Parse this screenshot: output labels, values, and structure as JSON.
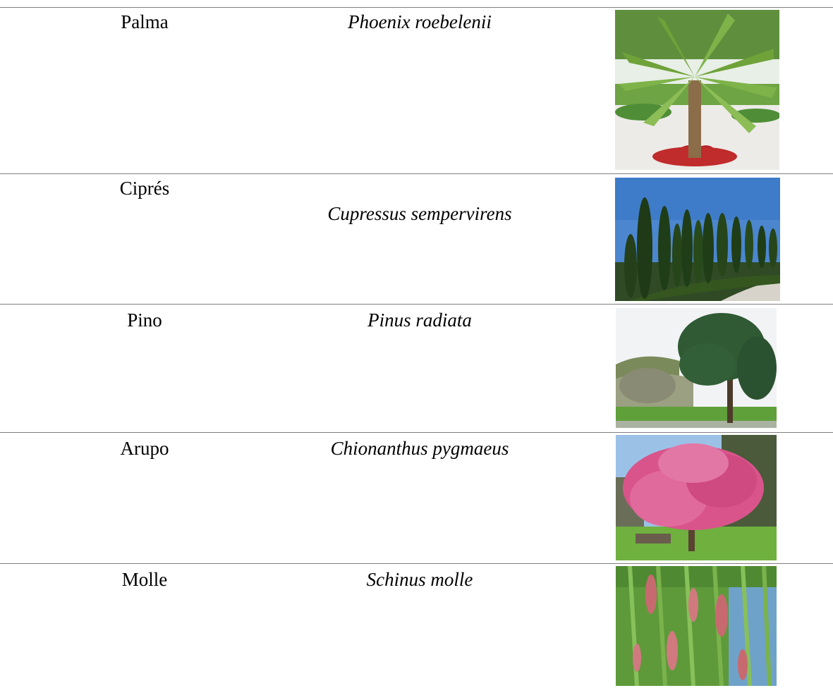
{
  "table": {
    "rows": [
      {
        "common_name": "Palma",
        "scientific_name": "Phoenix roebelenii",
        "photo_icon": "palm-tree-photo"
      },
      {
        "common_name": "Ciprés",
        "scientific_name": "Cupressus sempervirens",
        "photo_icon": "cypress-trees-photo"
      },
      {
        "common_name": "Pino",
        "scientific_name": "Pinus radiata",
        "photo_icon": "pine-tree-photo"
      },
      {
        "common_name": "Arupo",
        "scientific_name": "Chionanthus pygmaeus",
        "photo_icon": "flowering-tree-photo"
      },
      {
        "common_name": "Molle",
        "scientific_name": "Schinus molle",
        "photo_icon": "pepper-tree-photo"
      }
    ]
  },
  "colors": {
    "rule": "#7f7f7f",
    "text": "#000000",
    "background": "#ffffff"
  }
}
